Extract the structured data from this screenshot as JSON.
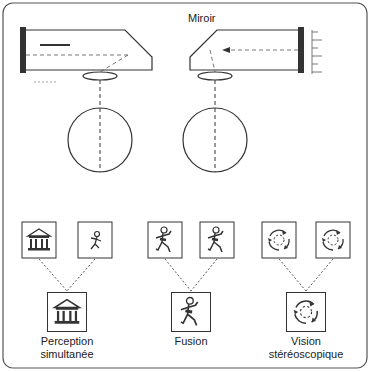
{
  "diagram": {
    "nodes": [
      {
        "text": [
          "Perception simultanée"
        ]
      },
      {
        "text": [
          "Fusion"
        ]
      },
      {
        "text": [
          "Vision stéréoscopique"
        ]
      }
    ],
    "labels": [
      "Miroir"
    ]
  }
}
